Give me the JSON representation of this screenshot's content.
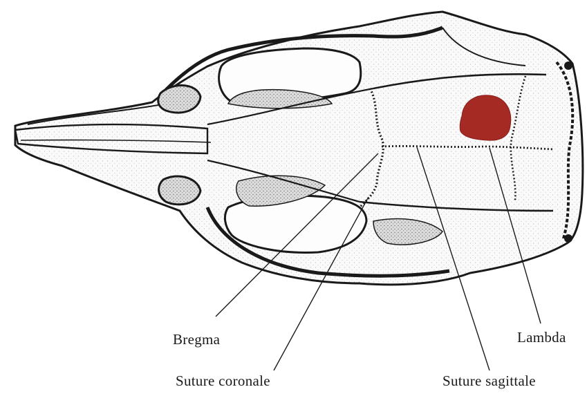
{
  "labels": {
    "bregma": "Bregma",
    "lambda": "Lambda",
    "suture_coronale": "Suture coronale",
    "suture_sagittale": "Suture sagittale"
  },
  "colors": {
    "ink": "#1a1a1a",
    "bone": "#f4f4f4",
    "stipple": "#b8b8b8",
    "marker": "#a52a24"
  }
}
